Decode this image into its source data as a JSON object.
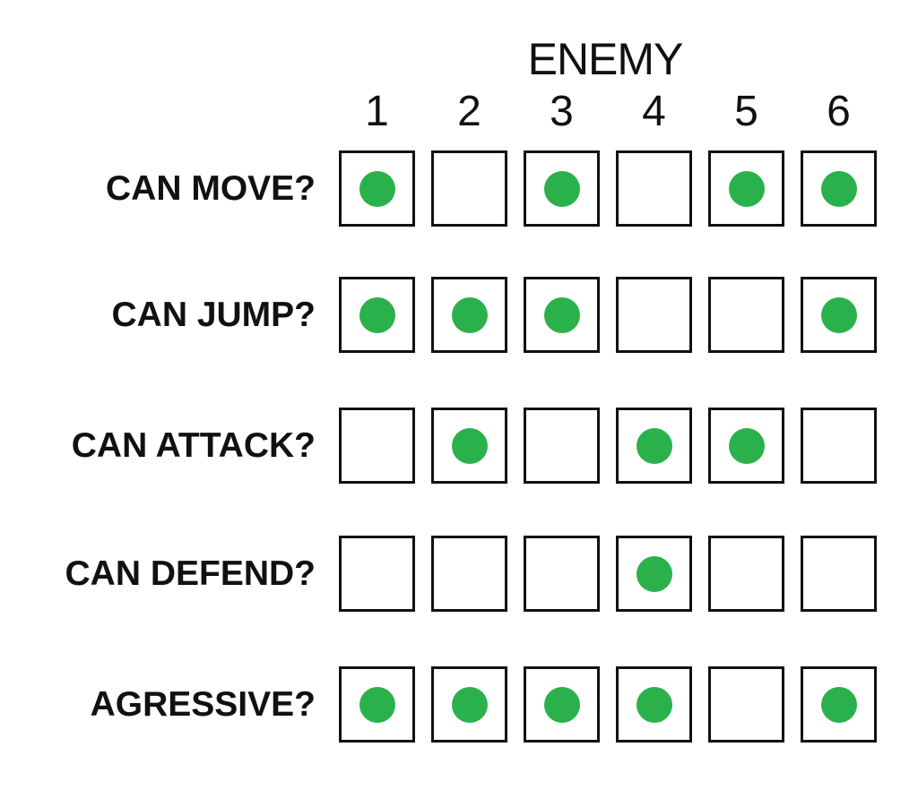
{
  "header": {
    "title": "ENEMY"
  },
  "columns": [
    "1",
    "2",
    "3",
    "4",
    "5",
    "6"
  ],
  "rows": [
    {
      "label": "CAN MOVE?",
      "values": [
        true,
        false,
        true,
        false,
        true,
        true
      ]
    },
    {
      "label": "CAN JUMP?",
      "values": [
        true,
        true,
        true,
        false,
        false,
        true
      ]
    },
    {
      "label": "CAN ATTACK?",
      "values": [
        false,
        true,
        false,
        true,
        true,
        false
      ]
    },
    {
      "label": "CAN DEFEND?",
      "values": [
        false,
        false,
        false,
        true,
        false,
        false
      ]
    },
    {
      "label": "AGRESSIVE?",
      "values": [
        true,
        true,
        true,
        true,
        false,
        true
      ]
    }
  ],
  "colors": {
    "dot": "#2bb14b",
    "border": "#111111",
    "text": "#111111"
  }
}
